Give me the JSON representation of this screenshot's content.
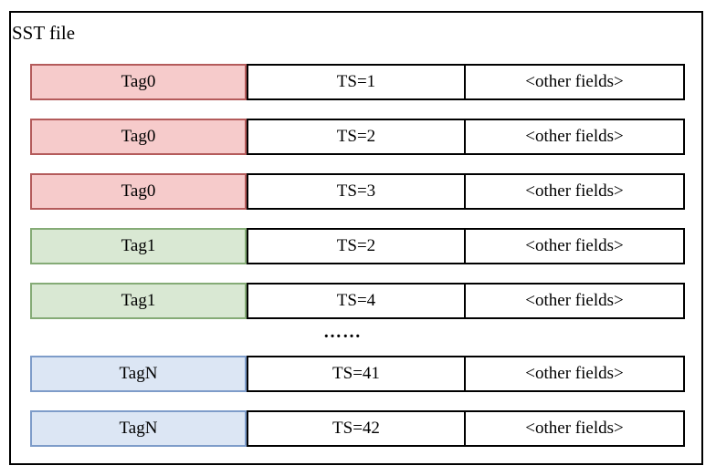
{
  "diagram": {
    "title": "SST file",
    "ellipsis": "……",
    "colors": {
      "tag0": {
        "fill": "#f6cbcb",
        "border": "#b45b5b"
      },
      "tag1": {
        "fill": "#d9e8d3",
        "border": "#85ab76"
      },
      "tagN": {
        "fill": "#dce6f4",
        "border": "#7e9cc9"
      },
      "outline": "#000000",
      "cell_background": "#ffffff"
    },
    "rows": [
      {
        "tag": "Tag0",
        "ts": "TS=1",
        "other": "<other fields>",
        "color_group": "tag0"
      },
      {
        "tag": "Tag0",
        "ts": "TS=2",
        "other": "<other fields>",
        "color_group": "tag0"
      },
      {
        "tag": "Tag0",
        "ts": "TS=3",
        "other": "<other fields>",
        "color_group": "tag0"
      },
      {
        "tag": "Tag1",
        "ts": "TS=2",
        "other": "<other fields>",
        "color_group": "tag1"
      },
      {
        "tag": "Tag1",
        "ts": "TS=4",
        "other": "<other fields>",
        "color_group": "tag1"
      },
      {
        "tag": "TagN",
        "ts": "TS=41",
        "other": "<other fields>",
        "color_group": "tagN"
      },
      {
        "tag": "TagN",
        "ts": "TS=42",
        "other": "<other fields>",
        "color_group": "tagN"
      }
    ]
  }
}
